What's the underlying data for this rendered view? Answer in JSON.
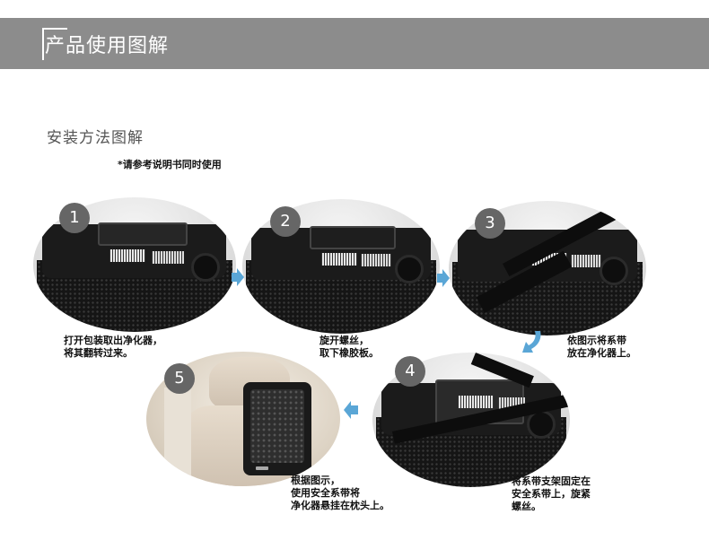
{
  "header": {
    "title": "产品使用图解"
  },
  "section": {
    "title": "安装方法图解"
  },
  "note": "*请参考说明书同时使用",
  "steps": [
    {
      "number": "1",
      "text": "打开包装取出净化器，\n将其翻转过来。"
    },
    {
      "number": "2",
      "text": "旋开螺丝，\n取下橡胶板。"
    },
    {
      "number": "3",
      "text": "依图示将系带\n放在净化器上。"
    },
    {
      "number": "4",
      "text": "将系带支架固定在\n安全系带上，旋紧\n螺丝。"
    },
    {
      "number": "5",
      "text": "根据图示，\n使用安全系带将\n净化器悬挂在枕头上。"
    }
  ],
  "colors": {
    "banner": "#8c8c8c",
    "badge": "#666666",
    "arrow": "#5aa6d6"
  }
}
